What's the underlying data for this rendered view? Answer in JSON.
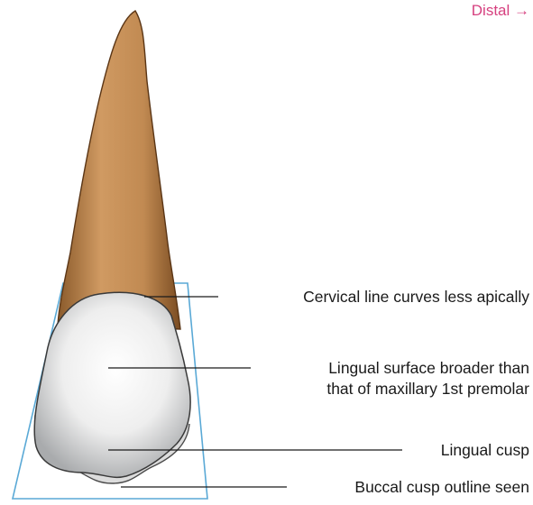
{
  "figure": {
    "direction_label": "Distal →",
    "colors": {
      "root_light": "#d09a62",
      "root_dark": "#8a5a2b",
      "crown_light": "#ffffff",
      "crown_shade": "#b9bbbd",
      "outline_box": "#5aa9d6",
      "direction_text": "#d6407f"
    },
    "labels": [
      {
        "id": "cervical",
        "lines": [
          "Cervical line curves less apically"
        ]
      },
      {
        "id": "lingual-surface",
        "lines": [
          "Lingual surface broader than",
          "that of maxillary 1st premolar"
        ]
      },
      {
        "id": "lingual-cusp",
        "lines": [
          "Lingual cusp"
        ]
      },
      {
        "id": "buccal-outline",
        "lines": [
          "Buccal cusp outline seen"
        ]
      }
    ]
  }
}
